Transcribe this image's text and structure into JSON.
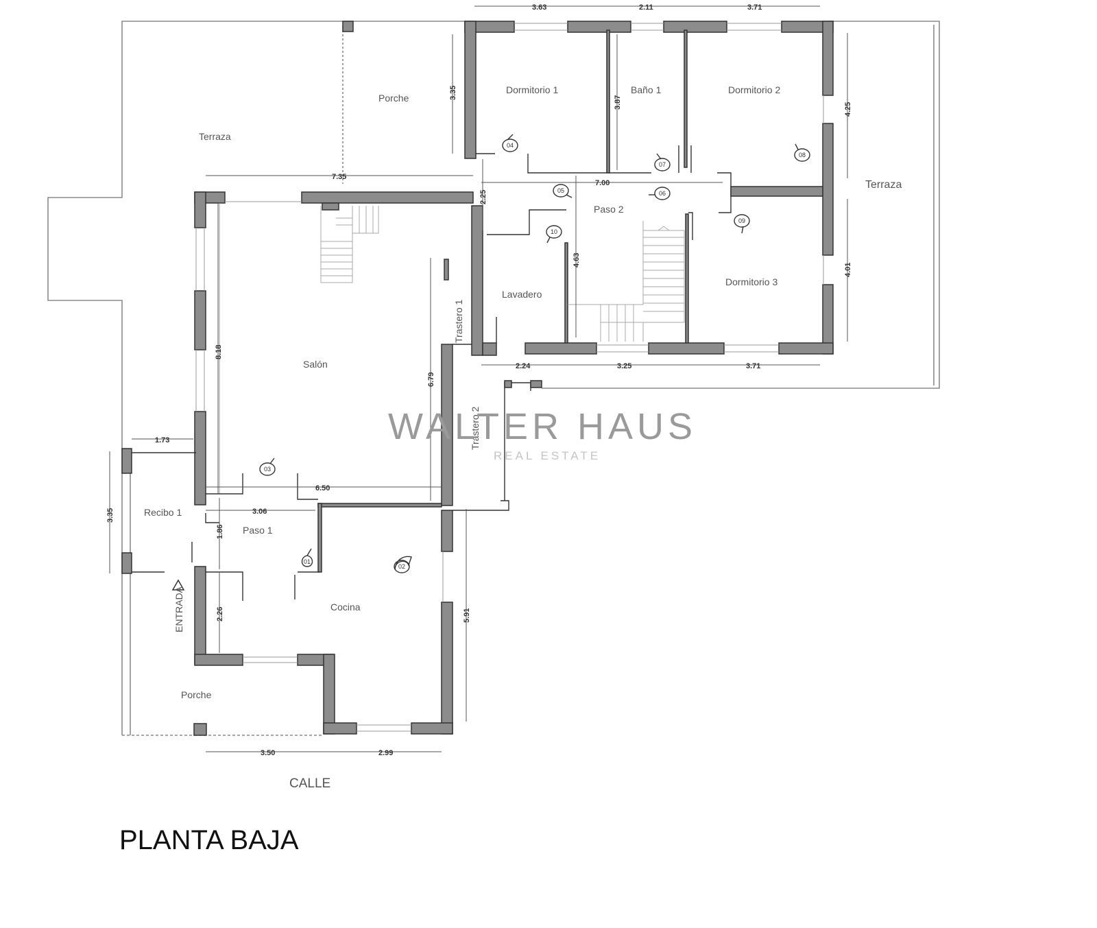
{
  "title": "PLANTA BAJA",
  "street": "CALLE",
  "entrance": "ENTRADA",
  "watermark": {
    "brand": "WALTER HAUS",
    "sub": "REAL ESTATE"
  },
  "rooms": {
    "terraza_w": "Terraza",
    "porche_n": "Porche",
    "dormitorio1": "Dormitorio 1",
    "bano1": "Baño 1",
    "dormitorio2": "Dormitorio 2",
    "terraza_e": "Terraza",
    "paso2": "Paso 2",
    "dormitorio3": "Dormitorio 3",
    "lavadero": "Lavadero",
    "trastero1": "Trastero 1",
    "trastero2": "Trastero 2",
    "salon": "Salón",
    "recibo1": "Recibo 1",
    "paso1": "Paso 1",
    "cocina": "Cocina",
    "porche_s": "Porche"
  },
  "dimensions": {
    "top_a": "3.63",
    "top_b": "2.11",
    "top_c": "3.71",
    "porch_h": "3.35",
    "bath_h": "3.87",
    "east_h1": "4.25",
    "east_h2": "4.01",
    "terr_w": "7.35",
    "paso_h": "2.25",
    "paso_w": "7.00",
    "paso_v": "4.63",
    "low_a": "2.24",
    "low_b": "3.25",
    "low_c": "3.71",
    "salon_h": "8.18",
    "salon_h2": "6.79",
    "recibo_w": "1.73",
    "recibo_h": "3.35",
    "salon_w": "6.50",
    "paso1_w": "3.06",
    "paso1_h": "1.86",
    "kit_h": "2.26",
    "kit_v": "5.91",
    "bot_a": "3.50",
    "bot_b": "2.99"
  },
  "markers": [
    "01",
    "02",
    "03",
    "04",
    "05",
    "06",
    "07",
    "08",
    "09",
    "10"
  ]
}
